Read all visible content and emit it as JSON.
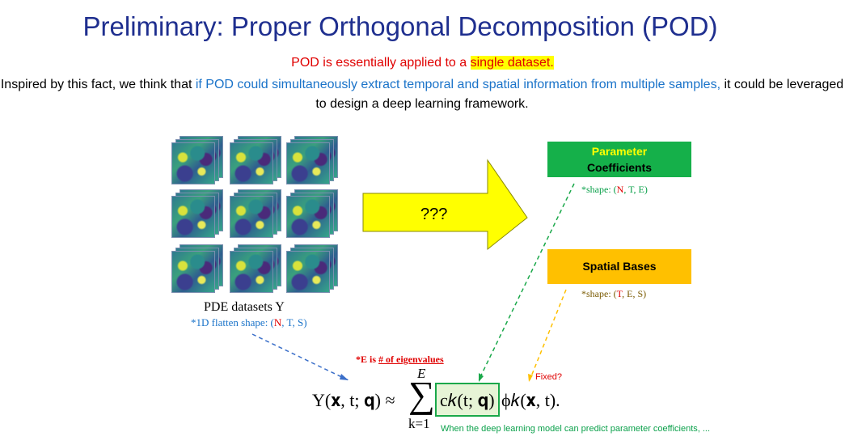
{
  "title": "Preliminary: Proper Orthogonal Decomposition (POD)",
  "statement": {
    "prefix": "POD is essentially applied to a ",
    "highlight": "single dataset."
  },
  "motivation": {
    "part1": "Inspired by this fact, we think that ",
    "part2": "if POD could simultaneously extract temporal and spatial information from multiple samples,",
    "part3": " it could be leveraged to design a deep learning framework."
  },
  "datasets": {
    "label": "PDE datasets Y",
    "shape_prefix": "*1D flatten shape: (",
    "shape_N": "N",
    "shape_rest": ", T, S)"
  },
  "arrow": {
    "label": "???",
    "color": "#ffff00"
  },
  "parameter_box": {
    "line1": "Parameter",
    "line2": "Coefficients",
    "shape_prefix": "*shape: (",
    "shape_N": "N",
    "shape_rest": ", T, E)",
    "color": "#15b04a"
  },
  "spatial_box": {
    "label": "Spatial Bases",
    "shape_prefix": "*shape: (",
    "shape_T": "T",
    "shape_rest": ", E, S)",
    "color": "#ffc000"
  },
  "notes": {
    "eigen_prefix": "*E is ",
    "eigen_underlined": "# of eigenvalues",
    "fixed": "Fixed?",
    "prediction": "When the deep learning model can predict parameter coefficients, ..."
  },
  "equation": {
    "lhs": "Y(𝐱, t; 𝐪) ≈",
    "sum": "∑",
    "upper": "E",
    "lower": "k=1",
    "coef": "c𝑘(t; 𝐪)",
    "basis": "ϕ𝑘(𝐱, t)."
  }
}
